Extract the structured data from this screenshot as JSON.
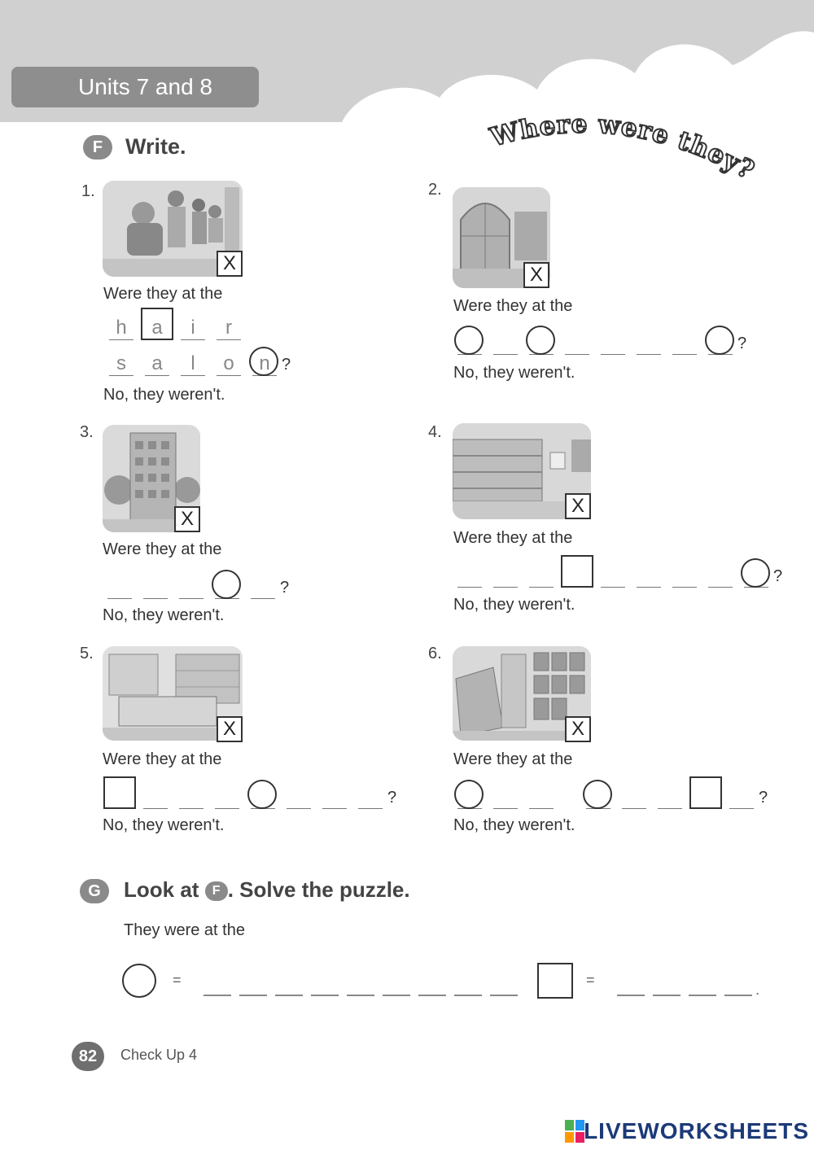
{
  "header": {
    "unit_label": "Units 7 and 8",
    "title_art": "Where were they?"
  },
  "section_f": {
    "letter": "F",
    "title": "Write."
  },
  "exercises": [
    {
      "number": "1.",
      "mark": "X",
      "question": "Were they at the",
      "answer": "No, they weren't.",
      "letters": "h a i r s a l o n"
    },
    {
      "number": "2.",
      "mark": "X",
      "question": "Were they at the",
      "answer": "No, they weren't."
    },
    {
      "number": "3.",
      "mark": "X",
      "question": "Were they at the",
      "answer": "No, they weren't."
    },
    {
      "number": "4.",
      "mark": "X",
      "question": "Were they at the",
      "answer": "No, they weren't."
    },
    {
      "number": "5.",
      "mark": "X",
      "question": "Were they at the",
      "answer": "No, they weren't."
    },
    {
      "number": "6.",
      "mark": "X",
      "question": "Were they at the",
      "answer": "No, they weren't."
    }
  ],
  "section_g": {
    "letter": "G",
    "title": "Look at",
    "ref_letter": "F",
    "title_end": ". Solve the puzzle."
  },
  "puzzle": {
    "prompt": "They were at the",
    "equals": "=",
    "end_mark": "."
  },
  "footer": {
    "page_number": "82",
    "label": "Check Up 4",
    "brand": "LIVEWORKSHEETS"
  },
  "colors": {
    "header_gray": "#8e8e8e",
    "cloud": "#d0d0d0",
    "brand_blue": "#1c3a78"
  }
}
